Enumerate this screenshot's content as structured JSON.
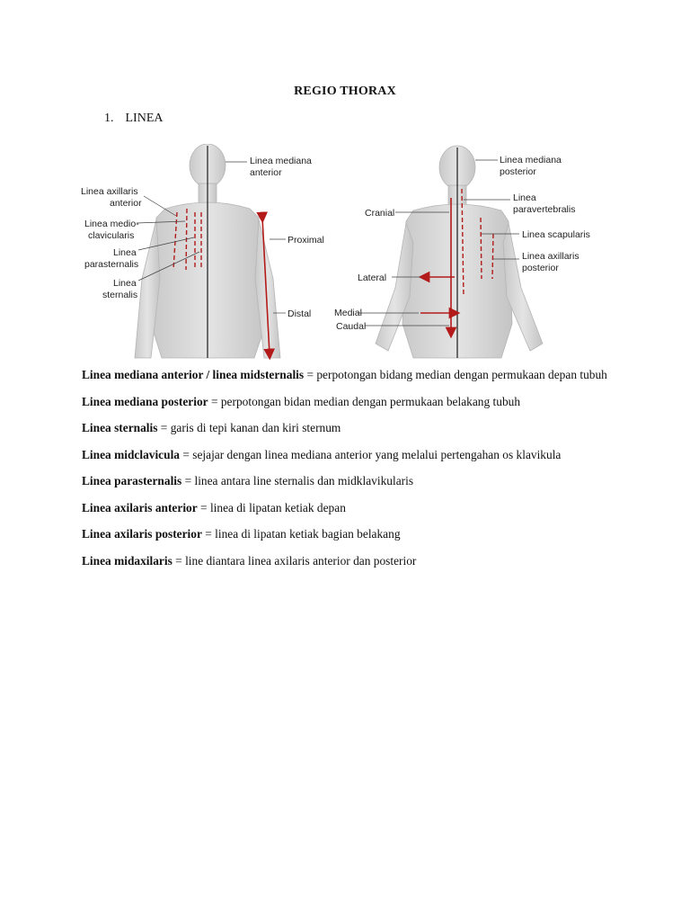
{
  "document": {
    "title": "REGIO THORAX",
    "section": {
      "number": "1.",
      "label": "LINEA"
    }
  },
  "figure": {
    "anterior_labels": {
      "linea_mediana": "Linea mediana",
      "anterior_1": "anterior",
      "linea_axillaris": "Linea axillaris",
      "anterior_2": "anterior",
      "linea_medio": "Linea medio-",
      "clavicularis": "clavicularis",
      "linea_1": "Linea",
      "parasternalis": "parasternalis",
      "linea_2": "Linea",
      "sternalis": "sternalis",
      "proximal": "Proximal",
      "distal": "Distal"
    },
    "posterior_labels": {
      "linea_mediana": "Linea mediana",
      "posterior_1": "posterior",
      "linea_1": "Linea",
      "paravertebralis": "paravertebralis",
      "linea_scapularis": "Linea scapularis",
      "linea_axillaris": "Linea axillaris",
      "posterior_2": "posterior",
      "cranial": "Cranial",
      "lateral": "Lateral",
      "medial": "Medial",
      "caudal": "Caudal"
    },
    "colors": {
      "line_red": "#b31b1b",
      "skin": "#d9d9d9",
      "skin_shadow": "#bdbdbd",
      "line_black": "#1a1a1a"
    }
  },
  "definitions": [
    {
      "term": "Linea mediana anterior / linea midsternalis",
      "sep": " = ",
      "text": "perpotongan bidang median dengan permukaan depan tubuh"
    },
    {
      "term": "Linea mediana posterior",
      "sep": " = ",
      "text": "perpotongan bidan median dengan permukaan belakang tubuh"
    },
    {
      "term": "Linea sternalis",
      "sep": " = ",
      "text": "garis di tepi kanan dan kiri sternum"
    },
    {
      "term": "Linea midclavicula",
      "sep": " = ",
      "text": "sejajar dengan linea mediana anterior yang melalui pertengahan os klavikula"
    },
    {
      "term": "Linea parasternalis",
      "sep": " = ",
      "text": "linea antara line sternalis dan midklavikularis"
    },
    {
      "term": "Linea axilaris anterior",
      "sep": " = ",
      "text": "linea di lipatan ketiak depan"
    },
    {
      "term": "Linea axilaris posterior",
      "sep": " = ",
      "text": "linea di lipatan ketiak bagian belakang"
    },
    {
      "term": "Linea midaxilaris",
      "sep": " = ",
      "text": "line diantara linea axilaris anterior dan posterior"
    }
  ]
}
